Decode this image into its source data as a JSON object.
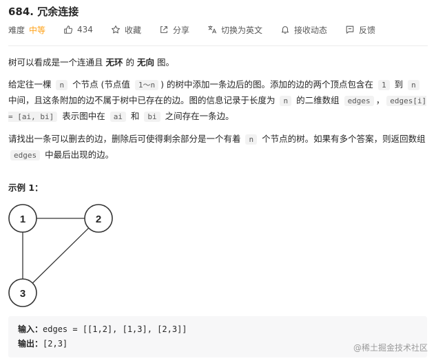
{
  "problem": {
    "title": "684. 冗余连接"
  },
  "meta": {
    "difficulty_label": "难度",
    "difficulty_value": "中等",
    "likes": "434",
    "favorite_label": "收藏",
    "share_label": "分享",
    "translate_label": "切换为英文",
    "notify_label": "接收动态",
    "feedback_label": "反馈",
    "colors": {
      "difficulty": "#ffa116"
    },
    "icons": [
      "thumbs-up-icon",
      "star-icon",
      "share-icon",
      "translate-icon",
      "bell-icon",
      "feedback-icon"
    ]
  },
  "description": {
    "p1_a": "树可以看成是一个连通且 ",
    "p1_b": "无环",
    "p1_c": " 的 ",
    "p1_d": "无向",
    "p1_e": " 图。",
    "p2_a": "给定往一棵 ",
    "p2_n1": "n",
    "p2_b": " 个节点 (节点值 ",
    "p2_range": "1～n",
    "p2_c": ") 的树中添加一条边后的图。添加的边的两个顶点包含在 ",
    "p2_one": "1",
    "p2_d": " 到 ",
    "p2_n2": "n",
    "p2_e": " 中间，且这条附加的边不属于树中已存在的边。图的信息记录于长度为 ",
    "p2_n3": "n",
    "p2_f": " 的二维数组 ",
    "p2_edges": "edges",
    "p2_g": "，",
    "p2_edge_item": "edges[i] = [ai, bi]",
    "p2_h": " 表示图中在 ",
    "p2_ai": "ai",
    "p2_i": " 和 ",
    "p2_bi": "bi",
    "p2_j": " 之间存在一条边。",
    "p3_a": "请找出一条可以删去的边，删除后可使得剩余部分是一个有着 ",
    "p3_n": "n",
    "p3_b": " 个节点的树。如果有多个答案，则返回数组 ",
    "p3_edges": "edges",
    "p3_c": " 中最后出现的边。"
  },
  "example": {
    "title": "示例 1：",
    "nodes": [
      "1",
      "2",
      "3"
    ],
    "input_label": "输入：",
    "input_value": "edges = [[1,2], [1,3], [2,3]]",
    "output_label": "输出：",
    "output_value": "[2,3]"
  },
  "watermark": "@稀土掘金技术社区"
}
